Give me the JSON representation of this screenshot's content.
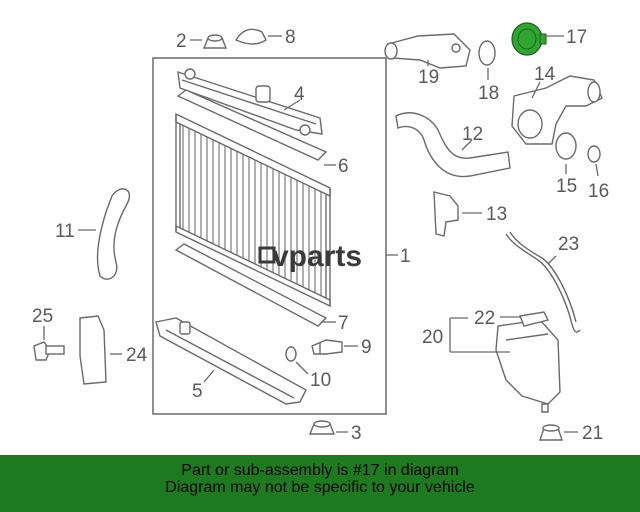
{
  "callouts": {
    "c1": "1",
    "c2": "2",
    "c3": "3",
    "c4": "4",
    "c5": "5",
    "c6": "6",
    "c7": "7",
    "c8": "8",
    "c9": "9",
    "c10": "10",
    "c11": "11",
    "c12": "12",
    "c13": "13",
    "c14": "14",
    "c15": "15",
    "c16": "16",
    "c17": "17",
    "c18": "18",
    "c19": "19",
    "c20": "20",
    "c21": "21",
    "c22": "22",
    "c23": "23",
    "c24": "24",
    "c25": "25"
  },
  "highlighted_part": "17",
  "logo_text": "vparts",
  "banner": {
    "line1": "Part or sub-assembly is #17 in diagram",
    "line2": "Diagram may not be specific to your vehicle"
  },
  "colors": {
    "banner_bg": "#1e7a1e",
    "highlight": "#2fa62f",
    "line": "#6a6a6a"
  }
}
